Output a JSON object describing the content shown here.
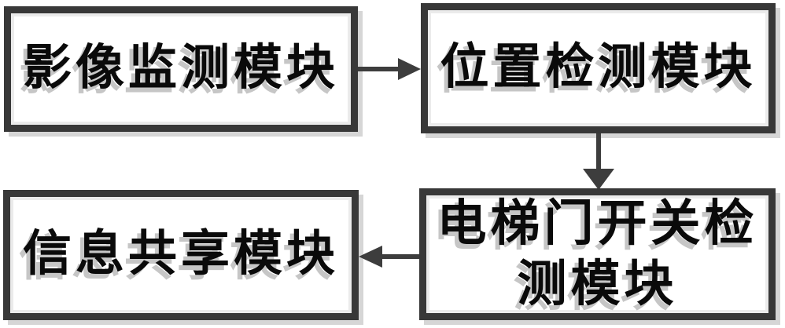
{
  "figure": {
    "type": "flowchart",
    "background_color": "#ffffff",
    "box_border_color": "#383838",
    "arrow_color": "#3d3d3d",
    "text_color": "#0a0a0a",
    "text_shadow_color": "#c6c6c6",
    "boxes": [
      {
        "id": "image-monitoring",
        "label": "影像监测模块"
      },
      {
        "id": "position-detection",
        "label": "位置检测模块"
      },
      {
        "id": "elevator-door-switch-detection",
        "label": "电梯门开关检测模块"
      },
      {
        "id": "information-sharing",
        "label": "信息共享模块"
      }
    ],
    "arrows": [
      {
        "from": "image-monitoring",
        "to": "position-detection",
        "direction": "right"
      },
      {
        "from": "position-detection",
        "to": "elevator-door-switch-detection",
        "direction": "down"
      },
      {
        "from": "elevator-door-switch-detection",
        "to": "information-sharing",
        "direction": "left"
      }
    ]
  }
}
